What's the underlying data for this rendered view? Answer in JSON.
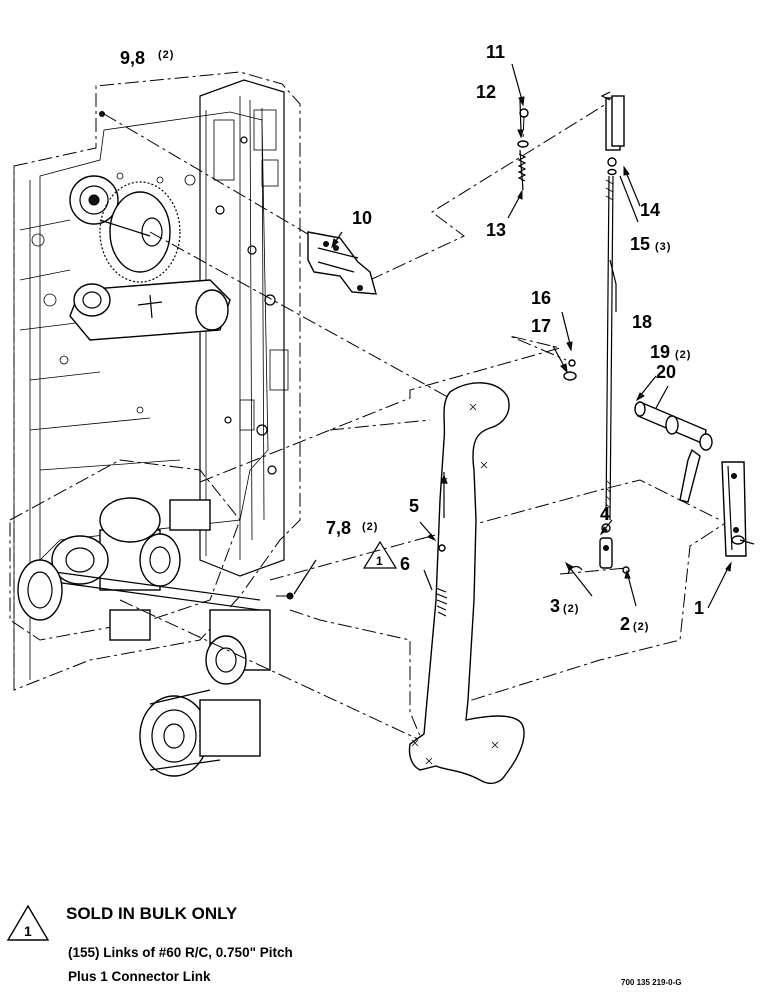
{
  "callouts": {
    "c1": "1",
    "c2": "2",
    "c2_qty": "(2)",
    "c3": "3",
    "c3_qty": "(2)",
    "c4": "4",
    "c5": "5",
    "c6": "6",
    "c78": "7,8",
    "c78_qty": "(2)",
    "c98": "9,8",
    "c98_qty": "(2)",
    "c10": "10",
    "c11": "11",
    "c12": "12",
    "c13": "13",
    "c14": "14",
    "c15": "15",
    "c15_qty": "(3)",
    "c16": "16",
    "c17": "17",
    "c18": "18",
    "c19": "19",
    "c19_qty": "(2)",
    "c20": "20"
  },
  "note": {
    "symbol": "1",
    "title": "SOLD IN BULK ONLY",
    "line1": "(155) Links of #60 R/C, 0.750\" Pitch",
    "line2": "Plus 1 Connector Link"
  },
  "doc_number": "700 135 219-0-G",
  "colors": {
    "ink": "#000000",
    "paper": "#ffffff"
  },
  "icons": {
    "note_marker": "triangle-1-icon"
  }
}
